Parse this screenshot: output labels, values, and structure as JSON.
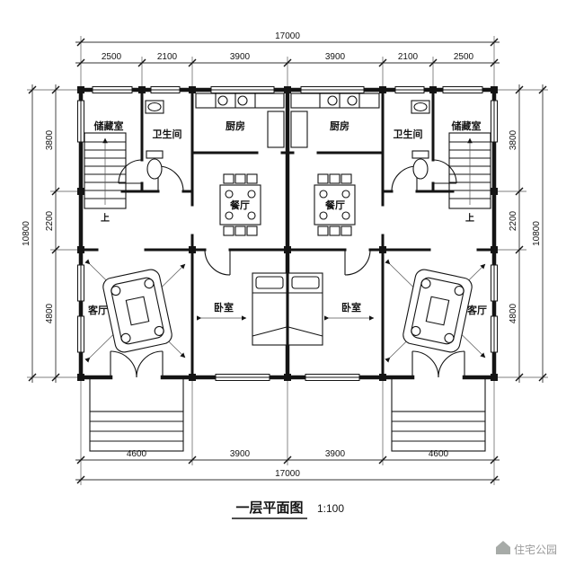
{
  "title": {
    "name": "一层平面图",
    "scale": "1:100"
  },
  "watermark": {
    "brand": "住宅公园"
  },
  "rooms": {
    "storage": "储藏室",
    "bathroom": "卫生间",
    "kitchen": "厨房",
    "dining": "餐厅",
    "living": "客厅",
    "bedroom": "卧室",
    "stair_up": "上"
  },
  "dimensions": {
    "top_total": "17000",
    "top": [
      "2500",
      "2100",
      "3900",
      "3900",
      "2100",
      "2500"
    ],
    "left": [
      "3800",
      "2200",
      "4800"
    ],
    "left_total": "10800",
    "right": [
      "3800",
      "2200",
      "4800"
    ],
    "right_total": "10800",
    "bottom": [
      "4600",
      "3900",
      "3900",
      "4600"
    ],
    "bottom_total": "17000"
  },
  "colors": {
    "ink": "#141414",
    "wm": "#9a9a9a"
  }
}
